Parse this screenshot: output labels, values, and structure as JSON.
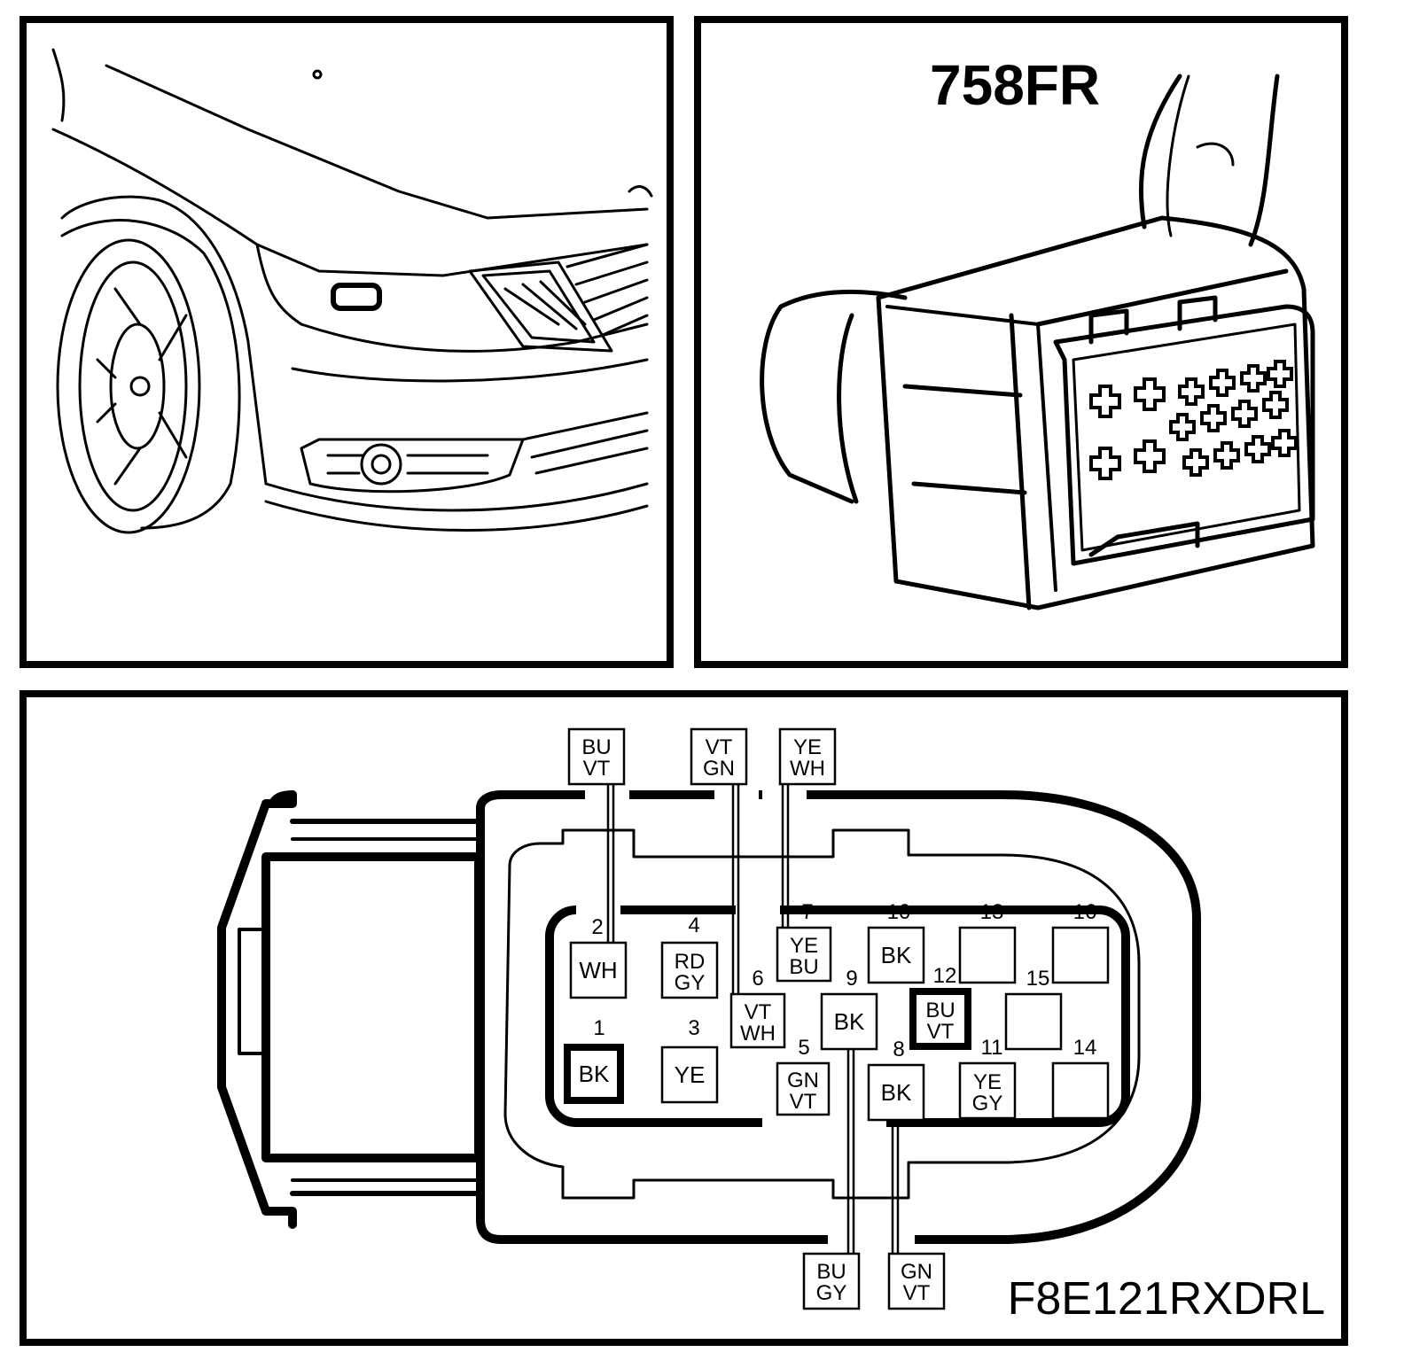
{
  "connector_id": "758FR",
  "figure_code": "F8E121RXDRL",
  "pins": [
    {
      "num": "1",
      "wire": [
        "BK"
      ]
    },
    {
      "num": "2",
      "wire": [
        "WH"
      ]
    },
    {
      "num": "3",
      "wire": [
        "YE"
      ]
    },
    {
      "num": "4",
      "wire": [
        "RD",
        "GY"
      ]
    },
    {
      "num": "5",
      "wire": [
        "GN",
        "VT"
      ]
    },
    {
      "num": "6",
      "wire": [
        "VT",
        "WH"
      ]
    },
    {
      "num": "7",
      "wire": [
        "YE",
        "BU"
      ]
    },
    {
      "num": "8",
      "wire": [
        "BK"
      ]
    },
    {
      "num": "9",
      "wire": [
        "BK"
      ]
    },
    {
      "num": "10",
      "wire": [
        "BK"
      ]
    },
    {
      "num": "11",
      "wire": [
        "YE",
        "GY"
      ]
    },
    {
      "num": "12",
      "wire": [
        "BU",
        "VT"
      ]
    },
    {
      "num": "13",
      "wire": []
    },
    {
      "num": "14",
      "wire": []
    },
    {
      "num": "15",
      "wire": []
    },
    {
      "num": "16",
      "wire": []
    }
  ],
  "external_wires": [
    {
      "id": "top-a",
      "colors": [
        "BU",
        "VT"
      ]
    },
    {
      "id": "top-b",
      "colors": [
        "VT",
        "GN"
      ]
    },
    {
      "id": "top-c",
      "colors": [
        "YE",
        "WH"
      ]
    },
    {
      "id": "bottom-a",
      "colors": [
        "BU",
        "GY"
      ]
    },
    {
      "id": "bottom-b",
      "colors": [
        "GN",
        "VT"
      ]
    }
  ]
}
